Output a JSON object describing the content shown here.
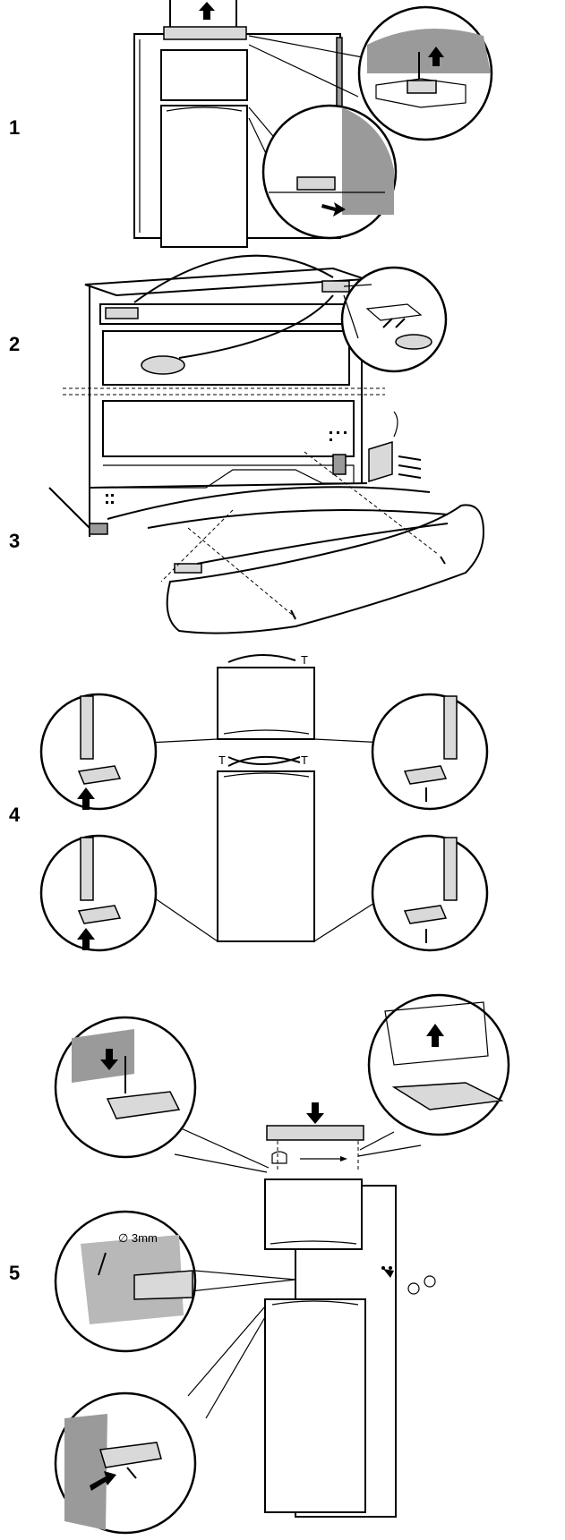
{
  "steps": [
    {
      "number": "1"
    },
    {
      "number": "2"
    },
    {
      "number": "3"
    },
    {
      "number": "4"
    },
    {
      "number": "5"
    }
  ],
  "annotations": {
    "drill_size": "∅ 3mm"
  },
  "icons": [
    "arrow-up-icon",
    "arrow-down-icon",
    "screw-icon",
    "hinge-icon",
    "magnifier-callout"
  ]
}
